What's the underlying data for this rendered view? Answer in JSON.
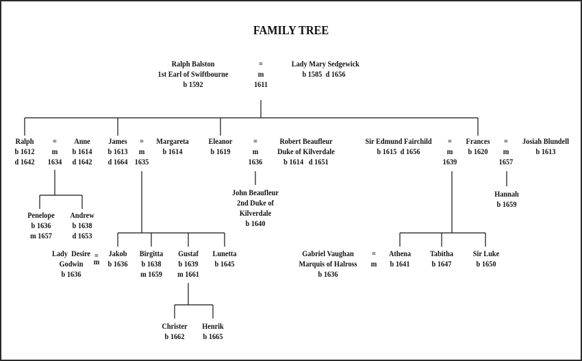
{
  "title": "FAMILY TREE",
  "people": {
    "ralph_balston": "Ralph Balston\n1st Earl of Swiftbourne\nb 1592",
    "lady_mary": "Lady Mary Sedgewick\nb 1585  d 1656",
    "ralph": "Ralph\nb 1612\nd 1642",
    "anne": "Anne\nb 1614\nd 1642",
    "james": "James\nb 1613\nd 1664",
    "margareta": "Margareta\nb 1614",
    "eleanor": "Eleanor\nb 1619",
    "robert": "Robert Beaufleur\nDuke of Kilverdale\nb 1614   d 1651",
    "edmund": "Sir Edmund Fairchild\nb 1615  d 1656",
    "frances": "Frances\nb 1620",
    "josiah": "Josiah Blundell\nb 1613",
    "penelope": "Penelope\nb 1636\nm 1657",
    "andrew": "Andrew\nb 1638\nd 1653",
    "john": "John Beaufleur\n2nd Duke of\nKilverdale\nb 1640",
    "hannah": "Hannah\nb 1659",
    "lady_desire": "Lady  Desire\nGodwin\nb 1636",
    "jakob": "Jakob\nb 1636",
    "birgitta": "Birgitta\nb 1638\nm 1659",
    "gustaf": "Gustaf\nb 1639\nm 1661",
    "lunetta": "Lunetta\nb 1645",
    "gabriel": "Gabriel Vaughan\nMarquis of Halross\nb 1636",
    "athena": "Athena\nb 1641",
    "tabitha": "Tabitha\nb 1647",
    "sir_luke": "Sir Luke\nb 1650",
    "christer": "Christer\nb 1662",
    "henrik": "Henrik\nb 1665"
  },
  "marriages": {
    "top": "=\nm\n1611",
    "ralph_anne": "=\nm\n1634",
    "james_margareta": "=\nm\n1635",
    "eleanor_robert": "=\nm\n1636",
    "edmund_frances": "=\nm\n1639",
    "frances_josiah": "=\nm\n1657",
    "desire_jakob": "=\nm",
    "gabriel_athena": "=\nm"
  }
}
